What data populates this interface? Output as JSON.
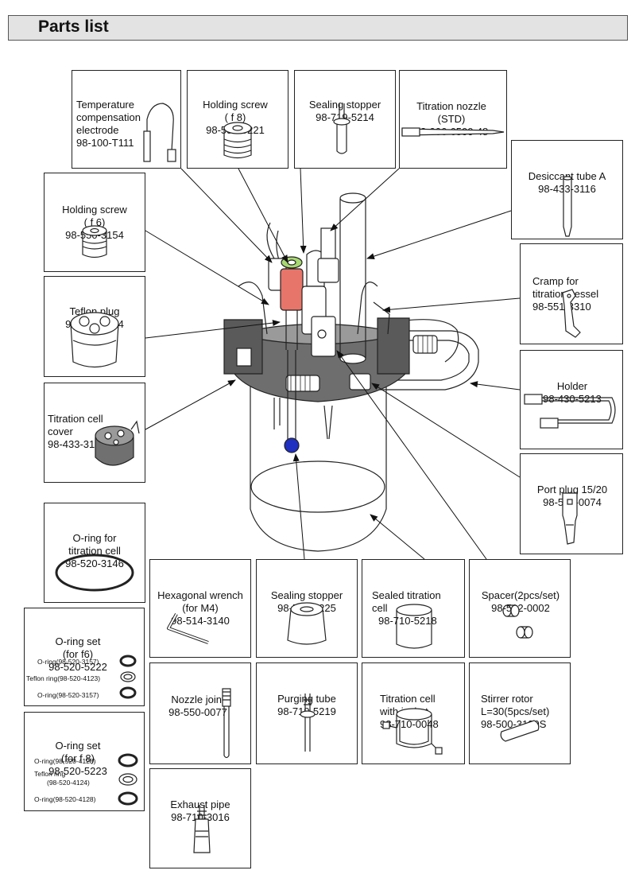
{
  "header": {
    "title": "Parts list"
  },
  "parts": {
    "temp_electrode": {
      "lines": [
        "Temperature",
        "compensation",
        "electrode",
        "98-100-T111"
      ]
    },
    "holding_screw_f8": {
      "lines": [
        "Holding screw",
        "( f 8)",
        "98-550-5221"
      ]
    },
    "sealing_stopper_top": {
      "lines": [
        "Sealing stopper",
        "98-719-5214"
      ]
    },
    "titration_nozzle": {
      "lines": [
        "Titration nozzle",
        "(STD)",
        "12-006-6500-48"
      ]
    },
    "desiccant_tube": {
      "lines": [
        "Desiccant tube A",
        "98-433-3116"
      ]
    },
    "holding_screw_f6": {
      "lines": [
        "Holding screw",
        "( f 6)",
        "98-550-3154"
      ]
    },
    "cramp": {
      "lines": [
        "Cramp for",
        "titration vessel",
        "98-551-3310"
      ]
    },
    "teflon_plug": {
      "lines": [
        "Teflon plug",
        "98-550-5224"
      ]
    },
    "holder": {
      "lines": [
        "Holder",
        "98-430-5213"
      ]
    },
    "titration_cell_cover": {
      "lines": [
        "Titration cell",
        "cover",
        "98-433-3143"
      ]
    },
    "port_plug": {
      "lines": [
        "Port plug 15/20",
        "98-550-0074"
      ]
    },
    "oring_cell": {
      "lines": [
        "O-ring for",
        "titration cell",
        "98-520-3146"
      ]
    },
    "hex_wrench": {
      "lines": [
        "Hexagonal wrench",
        "(for M4)",
        "98-514-3140"
      ]
    },
    "sealing_stopper_bottom": {
      "lines": [
        "Sealing stopper",
        "98-500-5225"
      ]
    },
    "sealed_cell": {
      "lines": [
        "Sealed titration",
        "cell",
        "98-710-5218"
      ]
    },
    "spacer": {
      "lines": [
        "Spacer(2pcs/set)",
        "98-512-0002"
      ]
    },
    "oring_set_f6": {
      "lines": [
        "O-ring set",
        "(for f6)",
        "98-520-5222"
      ],
      "items": [
        "O-ring(98-520-3157)",
        "Teflon ring(98-520-4123)",
        "O-ring(98-520-3157)"
      ]
    },
    "nozzle_joint": {
      "lines": [
        "Nozzle joint",
        "98-550-0077"
      ]
    },
    "purging_tube": {
      "lines": [
        "Purging tube",
        "98-719-5219"
      ]
    },
    "cell_jacket": {
      "lines": [
        "Titration cell",
        "with jacket",
        "98-710-0048"
      ]
    },
    "stirrer_rotor": {
      "lines": [
        "Stirrer rotor",
        "L=30(5pcs/set)",
        "98-500-3139S"
      ]
    },
    "oring_set_f8": {
      "lines": [
        "O-ring set",
        "(for f 8)",
        "98-520-5223"
      ],
      "items": [
        "O-ring(98-520-4128)",
        "Teflon ring",
        "(98-520-4124)",
        "O-ring(98-520-4128)"
      ]
    },
    "exhaust_pipe": {
      "lines": [
        "Exhaust pipe",
        "98-710-3016"
      ]
    }
  },
  "colors": {
    "header_bg": "#e3e3e3",
    "stopper_red": "#e8756a",
    "bead_blue": "#2030c0",
    "cap_green": "#a8d870",
    "cover_gray": "#707070"
  }
}
